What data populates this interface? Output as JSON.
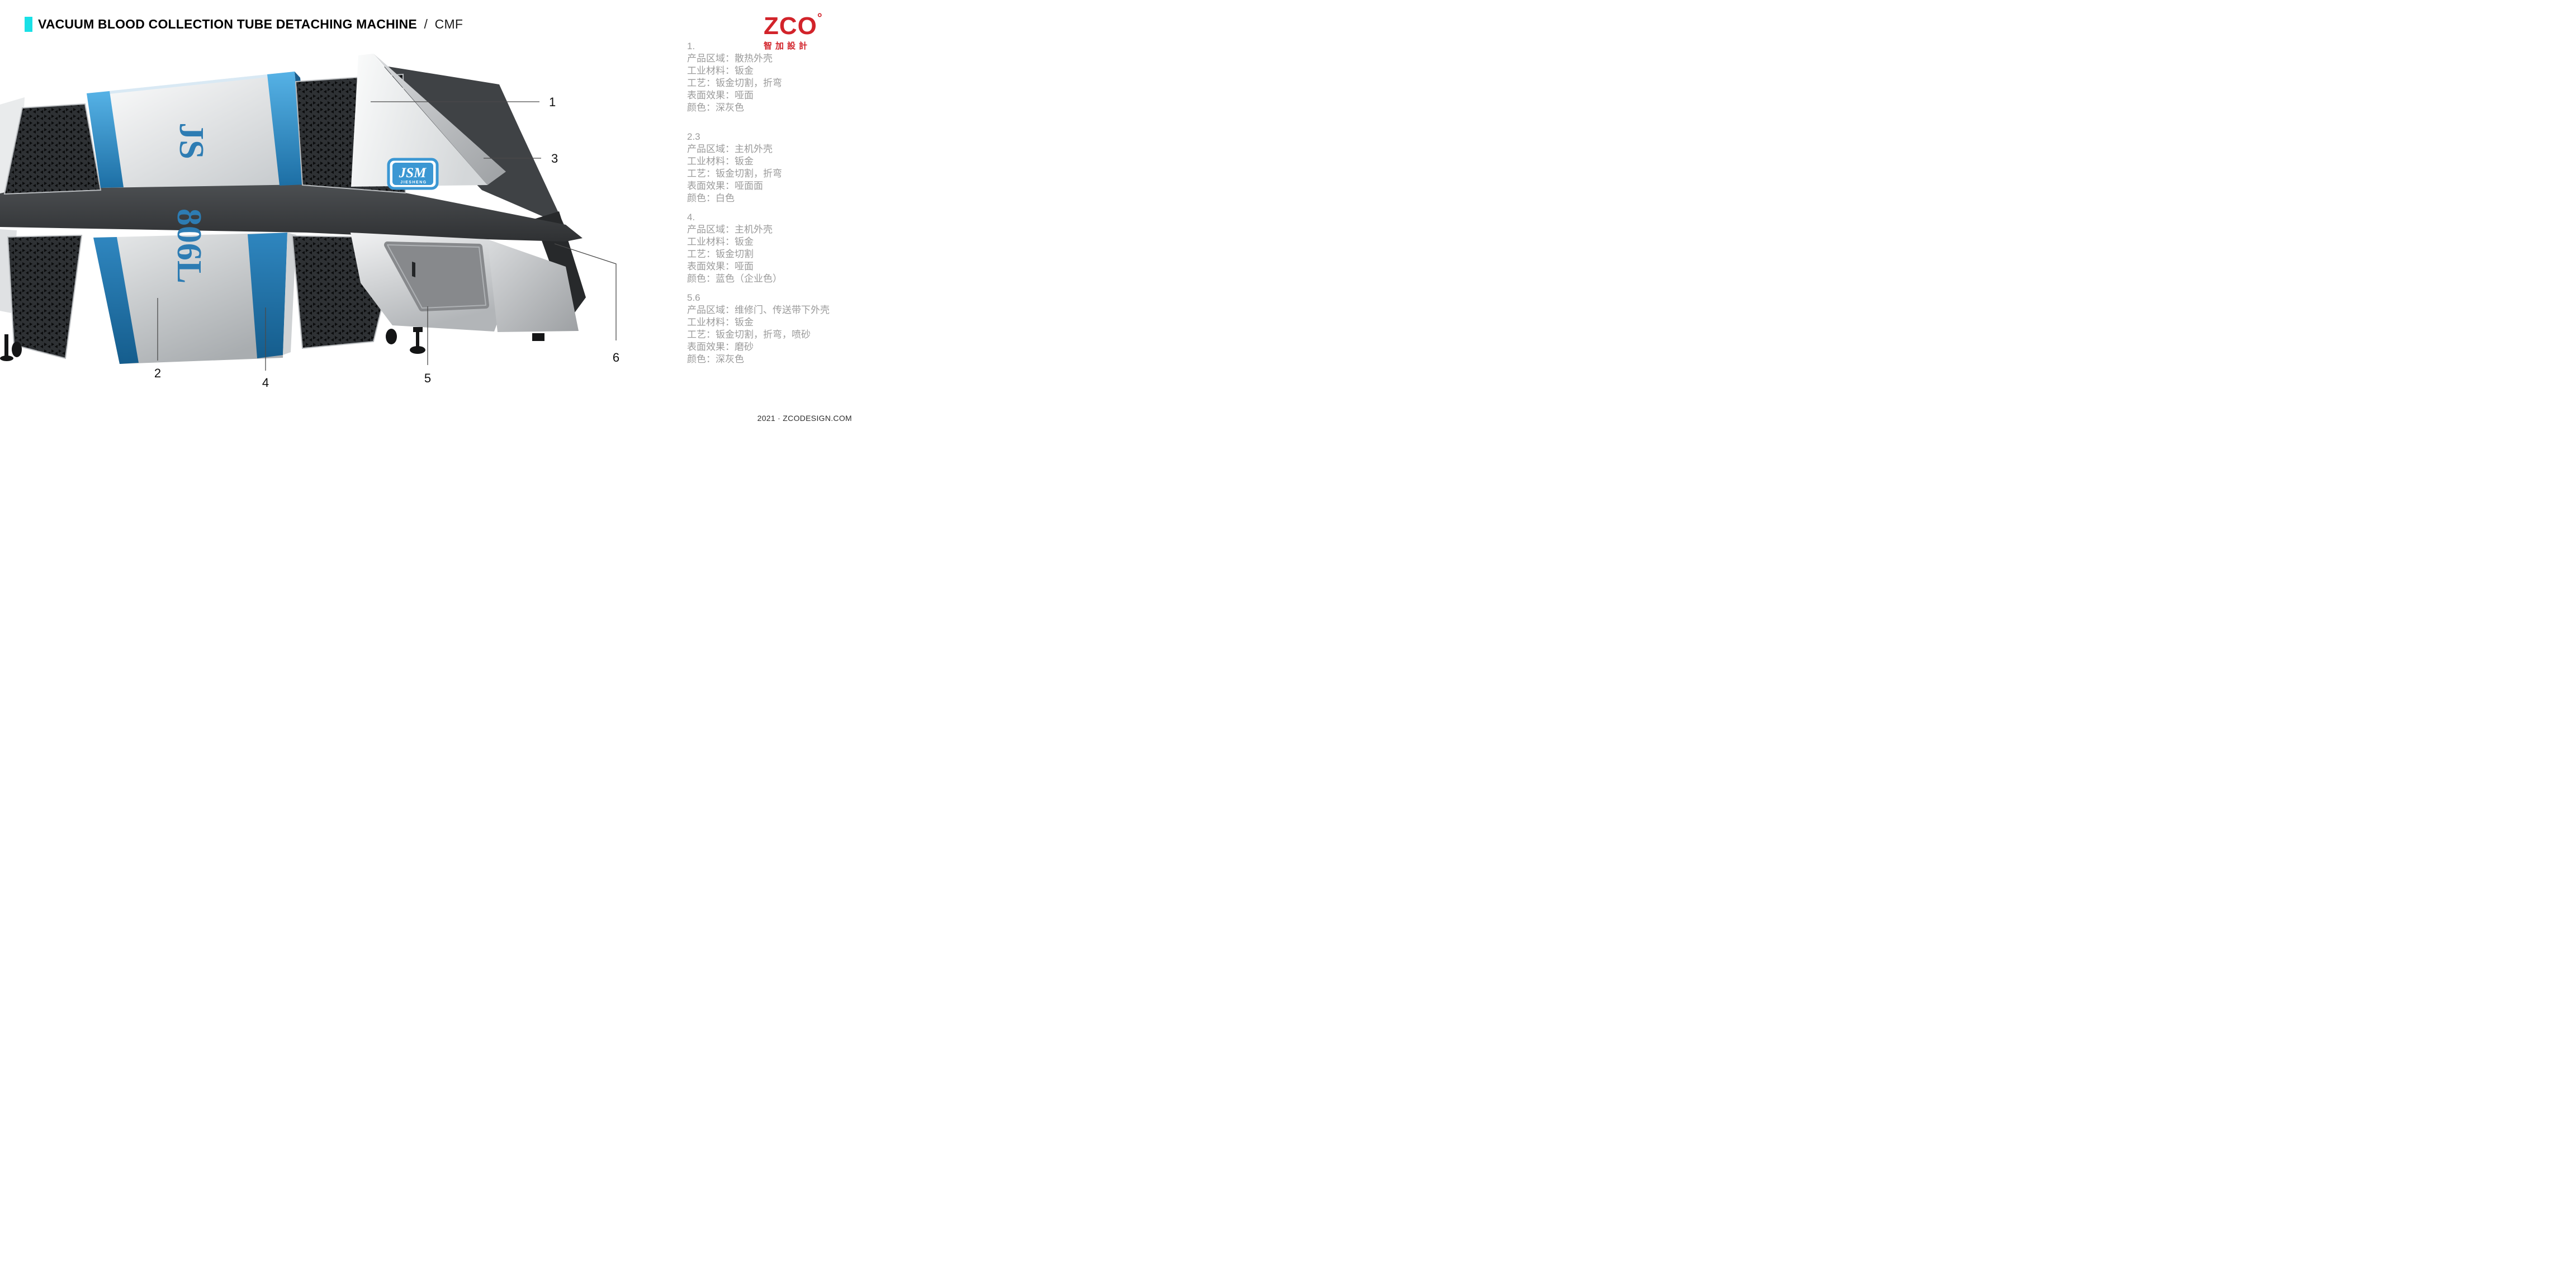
{
  "header": {
    "title": "VACUUM BLOOD COLLECTION TUBE DETACHING MACHINE",
    "separator": "/",
    "subtitle": "CMF",
    "accent_color": "#19E0E6"
  },
  "logo": {
    "brand": "ZCO",
    "degree": "°",
    "subtext": "智加設計",
    "color": "#D2232A"
  },
  "machine": {
    "model_text_upper": "JS",
    "model_text_lower": "806L",
    "badge": {
      "text": "JSM",
      "subtext": "JIESHENG",
      "color": "#3B97D3"
    },
    "blue_accent": "#2E86C1"
  },
  "callouts": {
    "c1": "1",
    "c2": "2",
    "c3": "3",
    "c4": "4",
    "c5": "5",
    "c6": "6"
  },
  "specs": [
    {
      "id": "1.",
      "lines": [
        "产品区域：散热外壳",
        "工业材料：钣金",
        "工艺：钣金切割，折弯",
        "表面效果：哑面",
        "颜色：深灰色"
      ]
    },
    {
      "id": "2.3",
      "lines": [
        "产品区域：主机外壳",
        "工业材料：钣金",
        "工艺：钣金切割，折弯",
        "表面效果：哑面面",
        "颜色：白色"
      ]
    },
    {
      "id": "4.",
      "lines": [
        "产品区域：主机外壳",
        "工业材料：钣金",
        "工艺：钣金切割",
        "表面效果：哑面",
        "颜色：蓝色（企业色）"
      ]
    },
    {
      "id": "5.6",
      "lines": [
        "产品区域：维修门、传送带下外壳",
        "工业材料：钣金",
        "工艺：钣金切割，折弯，喷砂",
        "表面效果：磨砂",
        "颜色：深灰色"
      ]
    }
  ],
  "footer": {
    "text": "2021 · ZCODESIGN.COM"
  }
}
